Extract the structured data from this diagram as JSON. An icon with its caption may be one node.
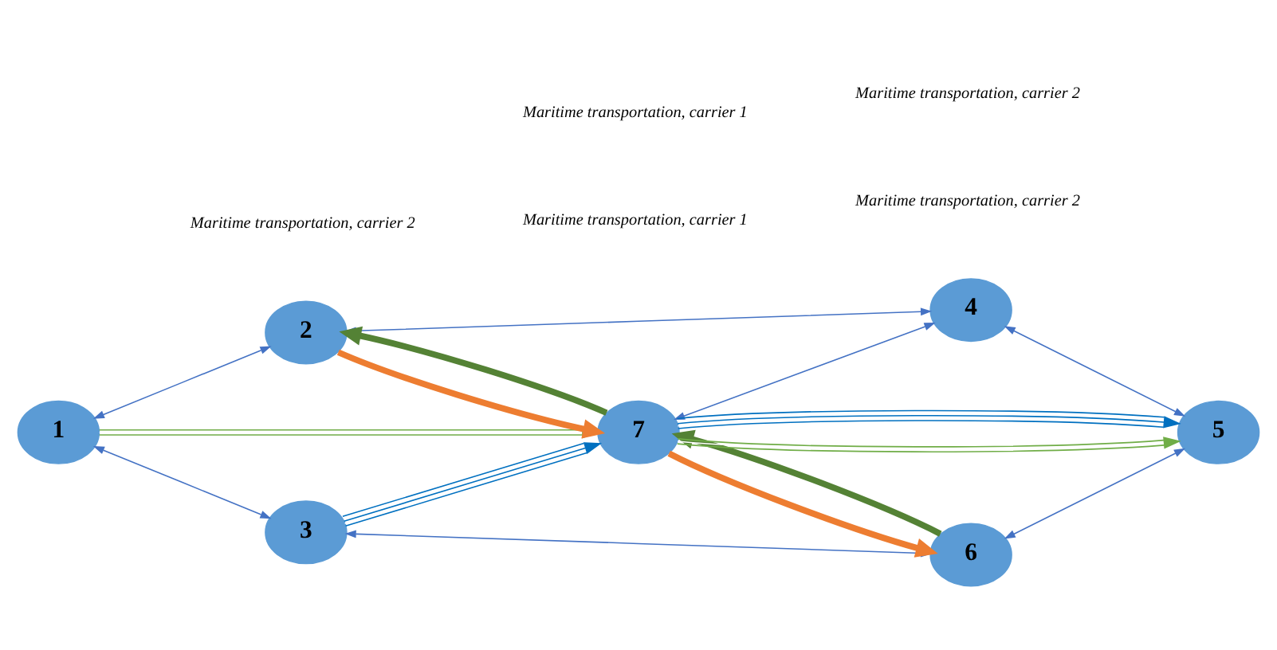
{
  "diagram": {
    "nodes": [
      {
        "text": [
          "1"
        ]
      },
      {
        "text": [
          "2"
        ]
      },
      {
        "text": [
          "3"
        ]
      },
      {
        "text": [
          "4"
        ]
      },
      {
        "text": [
          "5"
        ]
      },
      {
        "text": [
          "6"
        ]
      },
      {
        "text": [
          "7"
        ]
      }
    ],
    "edges": [
      {
        "from": 0,
        "to": 1,
        "arrow": "both"
      },
      {
        "from": 0,
        "to": 2,
        "arrow": "both"
      },
      {
        "from": 1,
        "to": 3,
        "arrow": "both"
      },
      {
        "from": 3,
        "to": 4,
        "arrow": "both"
      },
      {
        "from": 6,
        "to": 3,
        "arrow": "both"
      },
      {
        "from": 4,
        "to": 5,
        "arrow": "both"
      },
      {
        "from": 2,
        "to": 5,
        "arrow": "both"
      },
      {
        "from": 1,
        "to": 6,
        "arrow": "to",
        "style": "thick",
        "color": "#ed7d31"
      },
      {
        "from": 6,
        "to": 1,
        "arrow": "to",
        "style": "thick",
        "color": "#548235"
      },
      {
        "from": 0,
        "to": 6,
        "arrow": "to",
        "color": "#70ad47"
      },
      {
        "from": 2,
        "to": 6,
        "arrow": "to",
        "color": "#0070c0"
      },
      {
        "from": 6,
        "to": 4,
        "arrow": "to",
        "color": "#70ad47"
      },
      {
        "from": 6,
        "to": 4,
        "arrow": "to",
        "color": "#0070c0"
      },
      {
        "from": 6,
        "to": 5,
        "arrow": "to",
        "style": "thick",
        "color": "#ed7d31"
      },
      {
        "from": 5,
        "to": 6,
        "arrow": "to",
        "style": "thick",
        "color": "#548235"
      }
    ],
    "labels": [
      "Maritime transportation, carrier 1",
      "Maritime transportation, carrier 2",
      "Maritime transportation, carrier 2",
      "Maritime transportation, carrier 2",
      "Maritime transportation, carrier 1"
    ]
  }
}
